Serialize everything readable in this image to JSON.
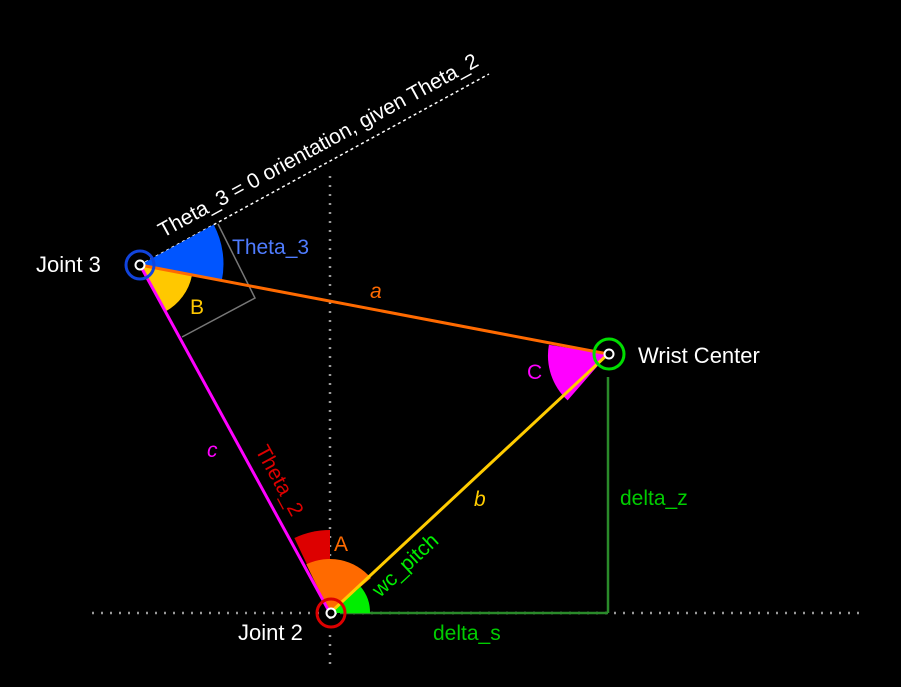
{
  "labels": {
    "joint3": "Joint 3",
    "joint2": "Joint 2",
    "wrist_center": "Wrist Center",
    "ref_line": "Theta_3 = 0 orientation, given Theta_2",
    "theta_3": "Theta_3",
    "theta_2": "Theta_2",
    "wc_pitch": "wc_pitch",
    "delta_z": "delta_z",
    "delta_s": "delta_s",
    "side_a": "a",
    "side_b": "b",
    "side_c": "c",
    "angle_A": "A",
    "angle_B": "B",
    "angle_C": "C"
  },
  "colors": {
    "background": "#000000",
    "side_a": "#ff6a00",
    "side_b": "#ffcc00",
    "side_c": "#ff00ff",
    "theta_2": "#dd0000",
    "theta_3": "#0055ff",
    "theta_3_text": "#4f7cff",
    "angle_A": "#ff6a00",
    "angle_B": "#ffc800",
    "angle_C": "#ff00ff",
    "wc_pitch": "#00ee00",
    "delta": "#00cc00",
    "delta_line": "#2a8a2a",
    "joint3_ring": "#1144dd",
    "joint2_ring": "#dd0000",
    "wc_ring": "#00dd00",
    "guide": "#9a9a9a",
    "text": "#ffffff"
  }
}
